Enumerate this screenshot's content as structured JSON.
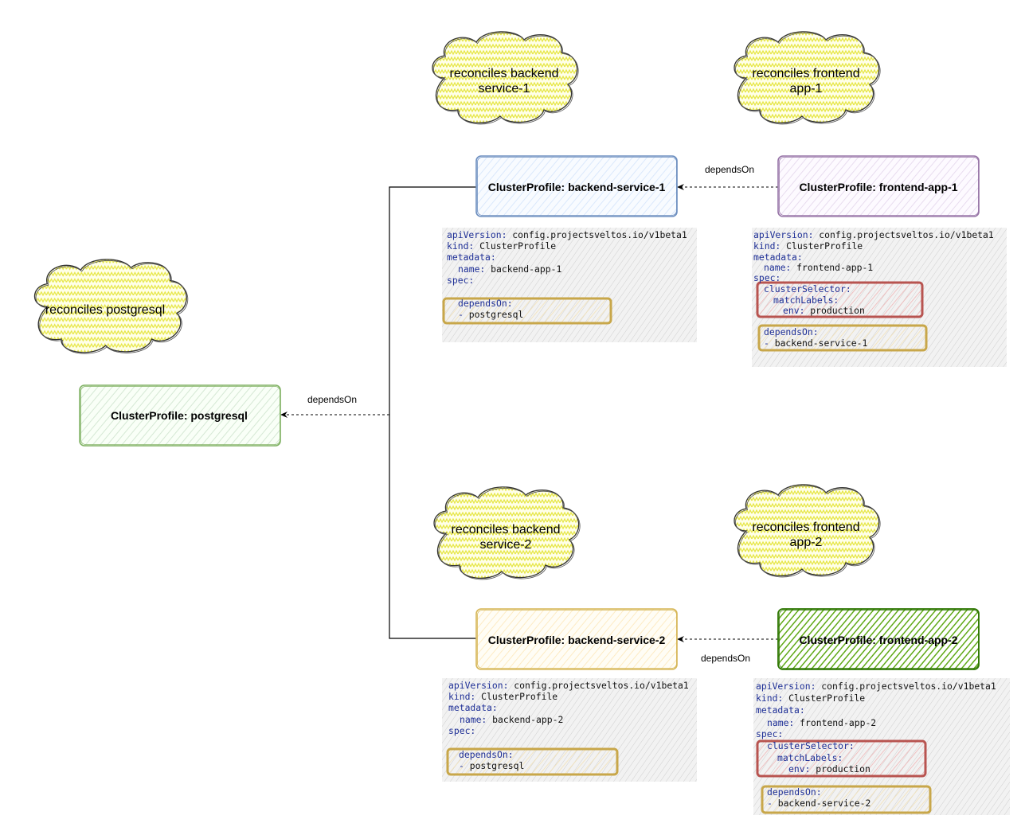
{
  "clouds": {
    "backend_1": [
      "reconciles backend",
      "service-1"
    ],
    "frontend_1": [
      "reconciles frontend",
      "app-1"
    ],
    "postgresql": [
      "reconciles postgresql"
    ],
    "backend_2": [
      "reconciles backend",
      "service-2"
    ],
    "frontend_2": [
      "reconciles frontend",
      "app-2"
    ]
  },
  "boxes": {
    "backend_1": "ClusterProfile: backend-service-1",
    "frontend_1": "ClusterProfile: frontend-app-1",
    "postgresql": "ClusterProfile: postgresql",
    "backend_2": "ClusterProfile: backend-service-2",
    "frontend_2": "ClusterProfile: frontend-app-2"
  },
  "edge_labels": {
    "frontend1_to_backend1": "dependsOn",
    "backends_to_postgresql": "dependsOn",
    "frontend2_to_backend2": "dependsOn"
  },
  "yaml": {
    "backend_1": {
      "apiVersion_key": "apiVersion:",
      "apiVersion_val": "config.projectsveltos.io/v1beta1",
      "kind_key": "kind:",
      "kind_val": "ClusterProfile",
      "metadata_key": "metadata:",
      "name_key": "name:",
      "name_val": "backend-app-1",
      "spec_key": "spec:",
      "dependsOn_key": "dependsOn:",
      "dependsOn_val": "postgresql"
    },
    "frontend_1": {
      "apiVersion_key": "apiVersion:",
      "apiVersion_val": "config.projectsveltos.io/v1beta1",
      "kind_key": "kind:",
      "kind_val": "ClusterProfile",
      "metadata_key": "metadata:",
      "name_key": "name:",
      "name_val": "frontend-app-1",
      "spec_key": "spec:",
      "clusterSelector_key": "clusterSelector:",
      "matchLabels_key": "matchLabels:",
      "env_key": "env:",
      "env_val": "production",
      "dependsOn_key": "dependsOn:",
      "dependsOn_val": "backend-service-1"
    },
    "backend_2": {
      "apiVersion_key": "apiVersion:",
      "apiVersion_val": "config.projectsveltos.io/v1beta1",
      "kind_key": "kind:",
      "kind_val": "ClusterProfile",
      "metadata_key": "metadata:",
      "name_key": "name:",
      "name_val": "backend-app-2",
      "spec_key": "spec:",
      "dependsOn_key": "dependsOn:",
      "dependsOn_val": "postgresql"
    },
    "frontend_2": {
      "apiVersion_key": "apiVersion:",
      "apiVersion_val": "config.projectsveltos.io/v1beta1",
      "kind_key": "kind:",
      "kind_val": "ClusterProfile",
      "metadata_key": "metadata:",
      "name_key": "name:",
      "name_val": "frontend-app-2",
      "spec_key": "spec:",
      "clusterSelector_key": "clusterSelector:",
      "matchLabels_key": "matchLabels:",
      "env_key": "env:",
      "env_val": "production",
      "dependsOn_key": "dependsOn:",
      "dependsOn_val": "backend-service-2"
    }
  },
  "colors": {
    "backend_1": "#6c8ebf",
    "frontend_1": "#9673a6",
    "postgresql": "#82b366",
    "backend_2": "#d6b656",
    "frontend_2_fill": "#60a917",
    "frontend_2_stroke": "#2d7600",
    "cloud_fill": "#ffff88",
    "selector_highlight": "#b85450",
    "depends_highlight": "#c8a74a"
  }
}
